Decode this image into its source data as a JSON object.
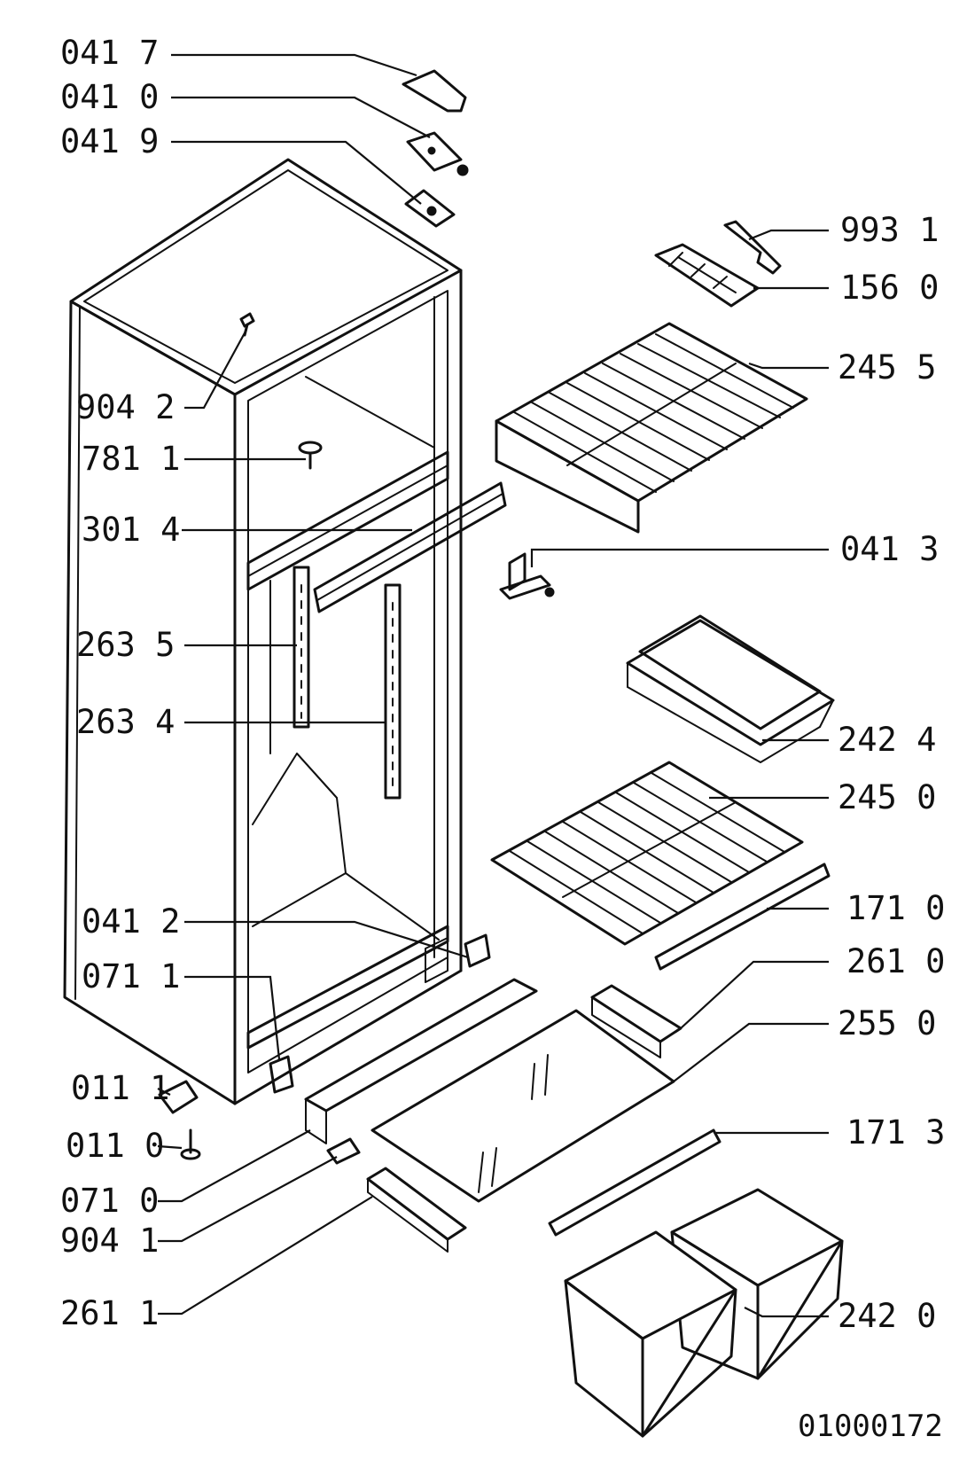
{
  "labels": {
    "p0417": "041 7",
    "p0410": "041 0",
    "p0419": "041 9",
    "p9931": "993 1",
    "p1560": "156 0",
    "p2455": "245 5",
    "p9042": "904 2",
    "p7811": "781 1",
    "p3014": "301 4",
    "p0413": "041 3",
    "p2635": "263 5",
    "p2634": "263 4",
    "p2424": "242 4",
    "p2450": "245 0",
    "p1710": "171 0",
    "p0412": "041 2",
    "p2610": "261 0",
    "p0711": "071 1",
    "p2550": "255 0",
    "p0111": "011 1",
    "p0110": "011 0",
    "p1713": "171 3",
    "p0710": "071 0",
    "p9041": "904 1",
    "p2611": "261 1",
    "p2420": "242 0"
  },
  "drawing_code": "01000172"
}
